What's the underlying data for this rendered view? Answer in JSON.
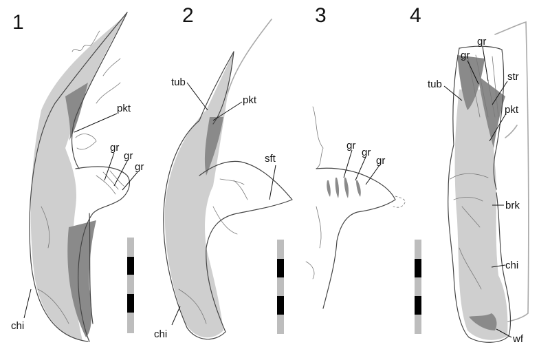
{
  "figure_numbers": [
    "1",
    "2",
    "3",
    "4"
  ],
  "labels": {
    "fig1": {
      "pkt": "pkt",
      "gr_a": "gr",
      "gr_b": "gr",
      "gr_c": "gr",
      "chi": "chi"
    },
    "fig2": {
      "tub": "tub",
      "pkt": "pkt",
      "sft": "sft",
      "chi": "chi"
    },
    "fig3": {
      "gr_a": "gr",
      "gr_b": "gr",
      "gr_c": "gr"
    },
    "fig4": {
      "gr_a": "gr",
      "gr_b": "gr",
      "tub": "tub",
      "str": "str",
      "pkt": "pkt",
      "brk": "brk",
      "chi": "chi",
      "wf": "wf"
    }
  },
  "scale_bar_colors": {
    "light": "#bdbdbd",
    "dark": "#000000"
  }
}
